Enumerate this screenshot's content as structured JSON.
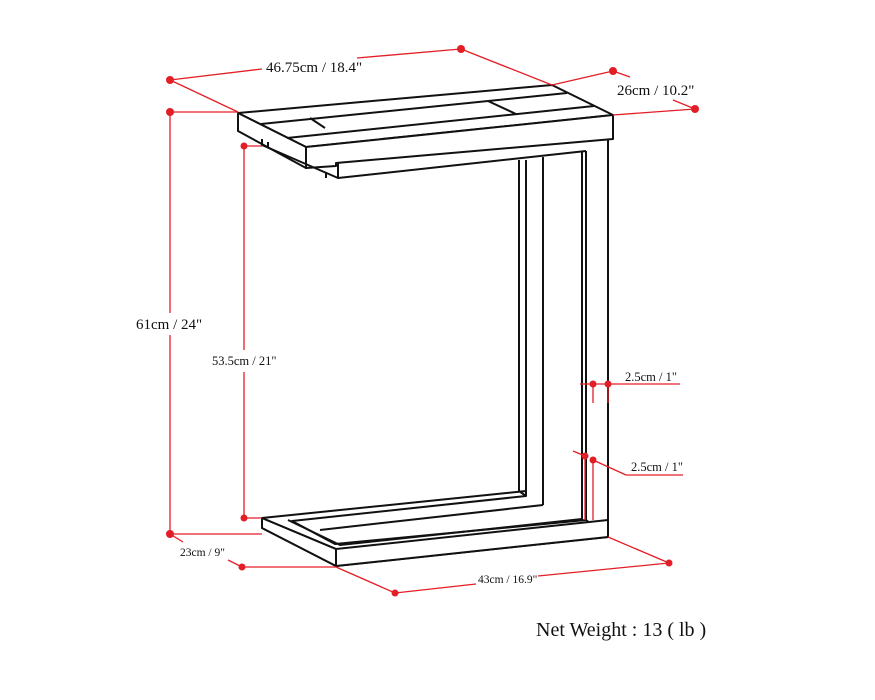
{
  "diagram": {
    "subject": "C-shaped side table dimension drawing",
    "colors": {
      "outline": "#111111",
      "dimension_lines": "#e41e26",
      "background": "#ffffff"
    },
    "dimensions": {
      "top_width": "46.75cm / 18.4\"",
      "top_depth": "26cm / 10.2\"",
      "overall_height": "61cm / 24\"",
      "inner_height": "53.5cm / 21\"",
      "frame_thickness_top": "2.5cm / 1\"",
      "frame_thickness_bottom": "2.5cm / 1\"",
      "base_depth": "23cm / 9\"",
      "base_width": "43cm / 16.9\""
    },
    "net_weight": "Net Weight : 13 ( lb )"
  }
}
